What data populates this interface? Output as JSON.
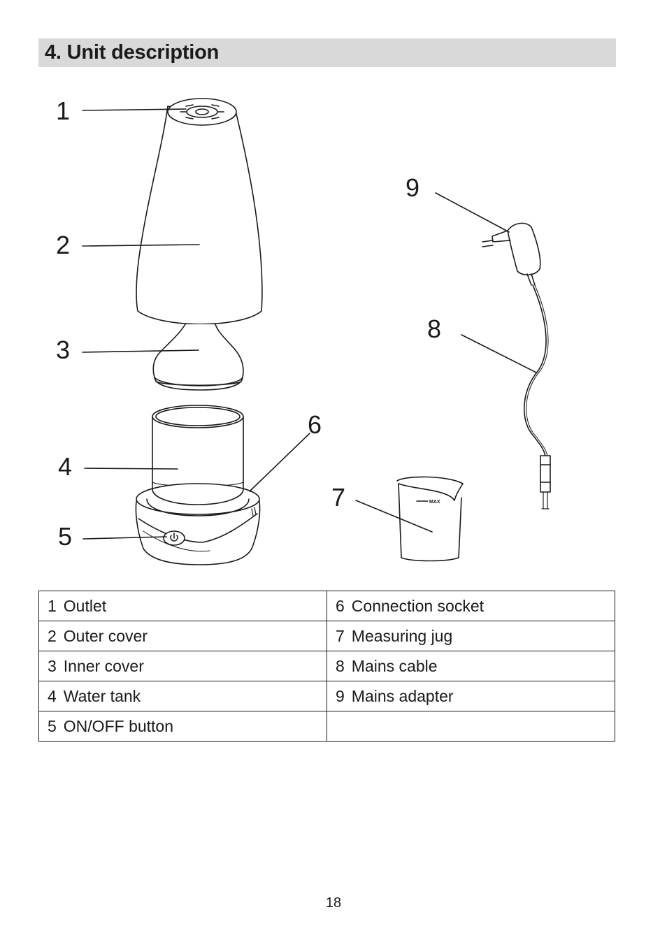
{
  "section": {
    "title": "4. Unit description"
  },
  "callouts": [
    "1",
    "2",
    "3",
    "4",
    "5",
    "6",
    "7",
    "8",
    "9"
  ],
  "diagram": {
    "jug_label": "MAX"
  },
  "parts_table": [
    {
      "left": {
        "num": "1",
        "label": "Outlet"
      },
      "right": {
        "num": "6",
        "label": "Connection socket"
      }
    },
    {
      "left": {
        "num": "2",
        "label": "Outer cover"
      },
      "right": {
        "num": "7",
        "label": "Measuring jug"
      }
    },
    {
      "left": {
        "num": "3",
        "label": "Inner cover"
      },
      "right": {
        "num": "8",
        "label": "Mains cable"
      }
    },
    {
      "left": {
        "num": "4",
        "label": "Water tank"
      },
      "right": {
        "num": "9",
        "label": "Mains adapter"
      }
    },
    {
      "left": {
        "num": "5",
        "label": "ON/OFF button"
      },
      "right": {
        "num": "",
        "label": ""
      }
    }
  ],
  "footer": {
    "page_number": "18"
  }
}
